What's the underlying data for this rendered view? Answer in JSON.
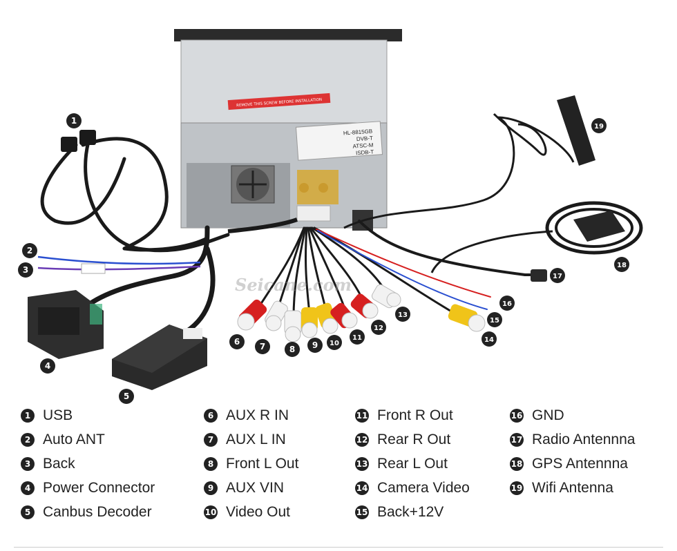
{
  "watermark": "Seicane.com",
  "unit_sticker": {
    "warning": "REMOVE THIS SCREW BEFORE INSTALLATION",
    "model_lines": [
      "HL-8815GB",
      "DVB-T",
      "ATSC-M",
      "ISDB-T"
    ]
  },
  "legend": [
    {
      "n": "1",
      "label": "USB"
    },
    {
      "n": "2",
      "label": "Auto ANT"
    },
    {
      "n": "3",
      "label": "Back"
    },
    {
      "n": "4",
      "label": "Power Connector"
    },
    {
      "n": "5",
      "label": "Canbus Decoder"
    },
    {
      "n": "6",
      "label": "AUX R IN"
    },
    {
      "n": "7",
      "label": "AUX L IN"
    },
    {
      "n": "8",
      "label": "Front L Out"
    },
    {
      "n": "9",
      "label": "AUX VIN"
    },
    {
      "n": "10",
      "label": "Video Out"
    },
    {
      "n": "11",
      "label": "Front R Out"
    },
    {
      "n": "12",
      "label": "Rear R Out"
    },
    {
      "n": "13",
      "label": "Rear L Out"
    },
    {
      "n": "14",
      "label": "Camera Video"
    },
    {
      "n": "15",
      "label": "Back+12V"
    },
    {
      "n": "16",
      "label": "GND"
    },
    {
      "n": "17",
      "label": "Radio Antennna"
    },
    {
      "n": "18",
      "label": "GPS Antennna"
    },
    {
      "n": "19",
      "label": "Wifi Antenna"
    }
  ],
  "colors": {
    "rca_red": "#d62020",
    "rca_white": "#f2f2f2",
    "rca_yellow": "#f0c419",
    "unit_metal": "#c8ccd0",
    "cable": "#1a1a1a"
  }
}
